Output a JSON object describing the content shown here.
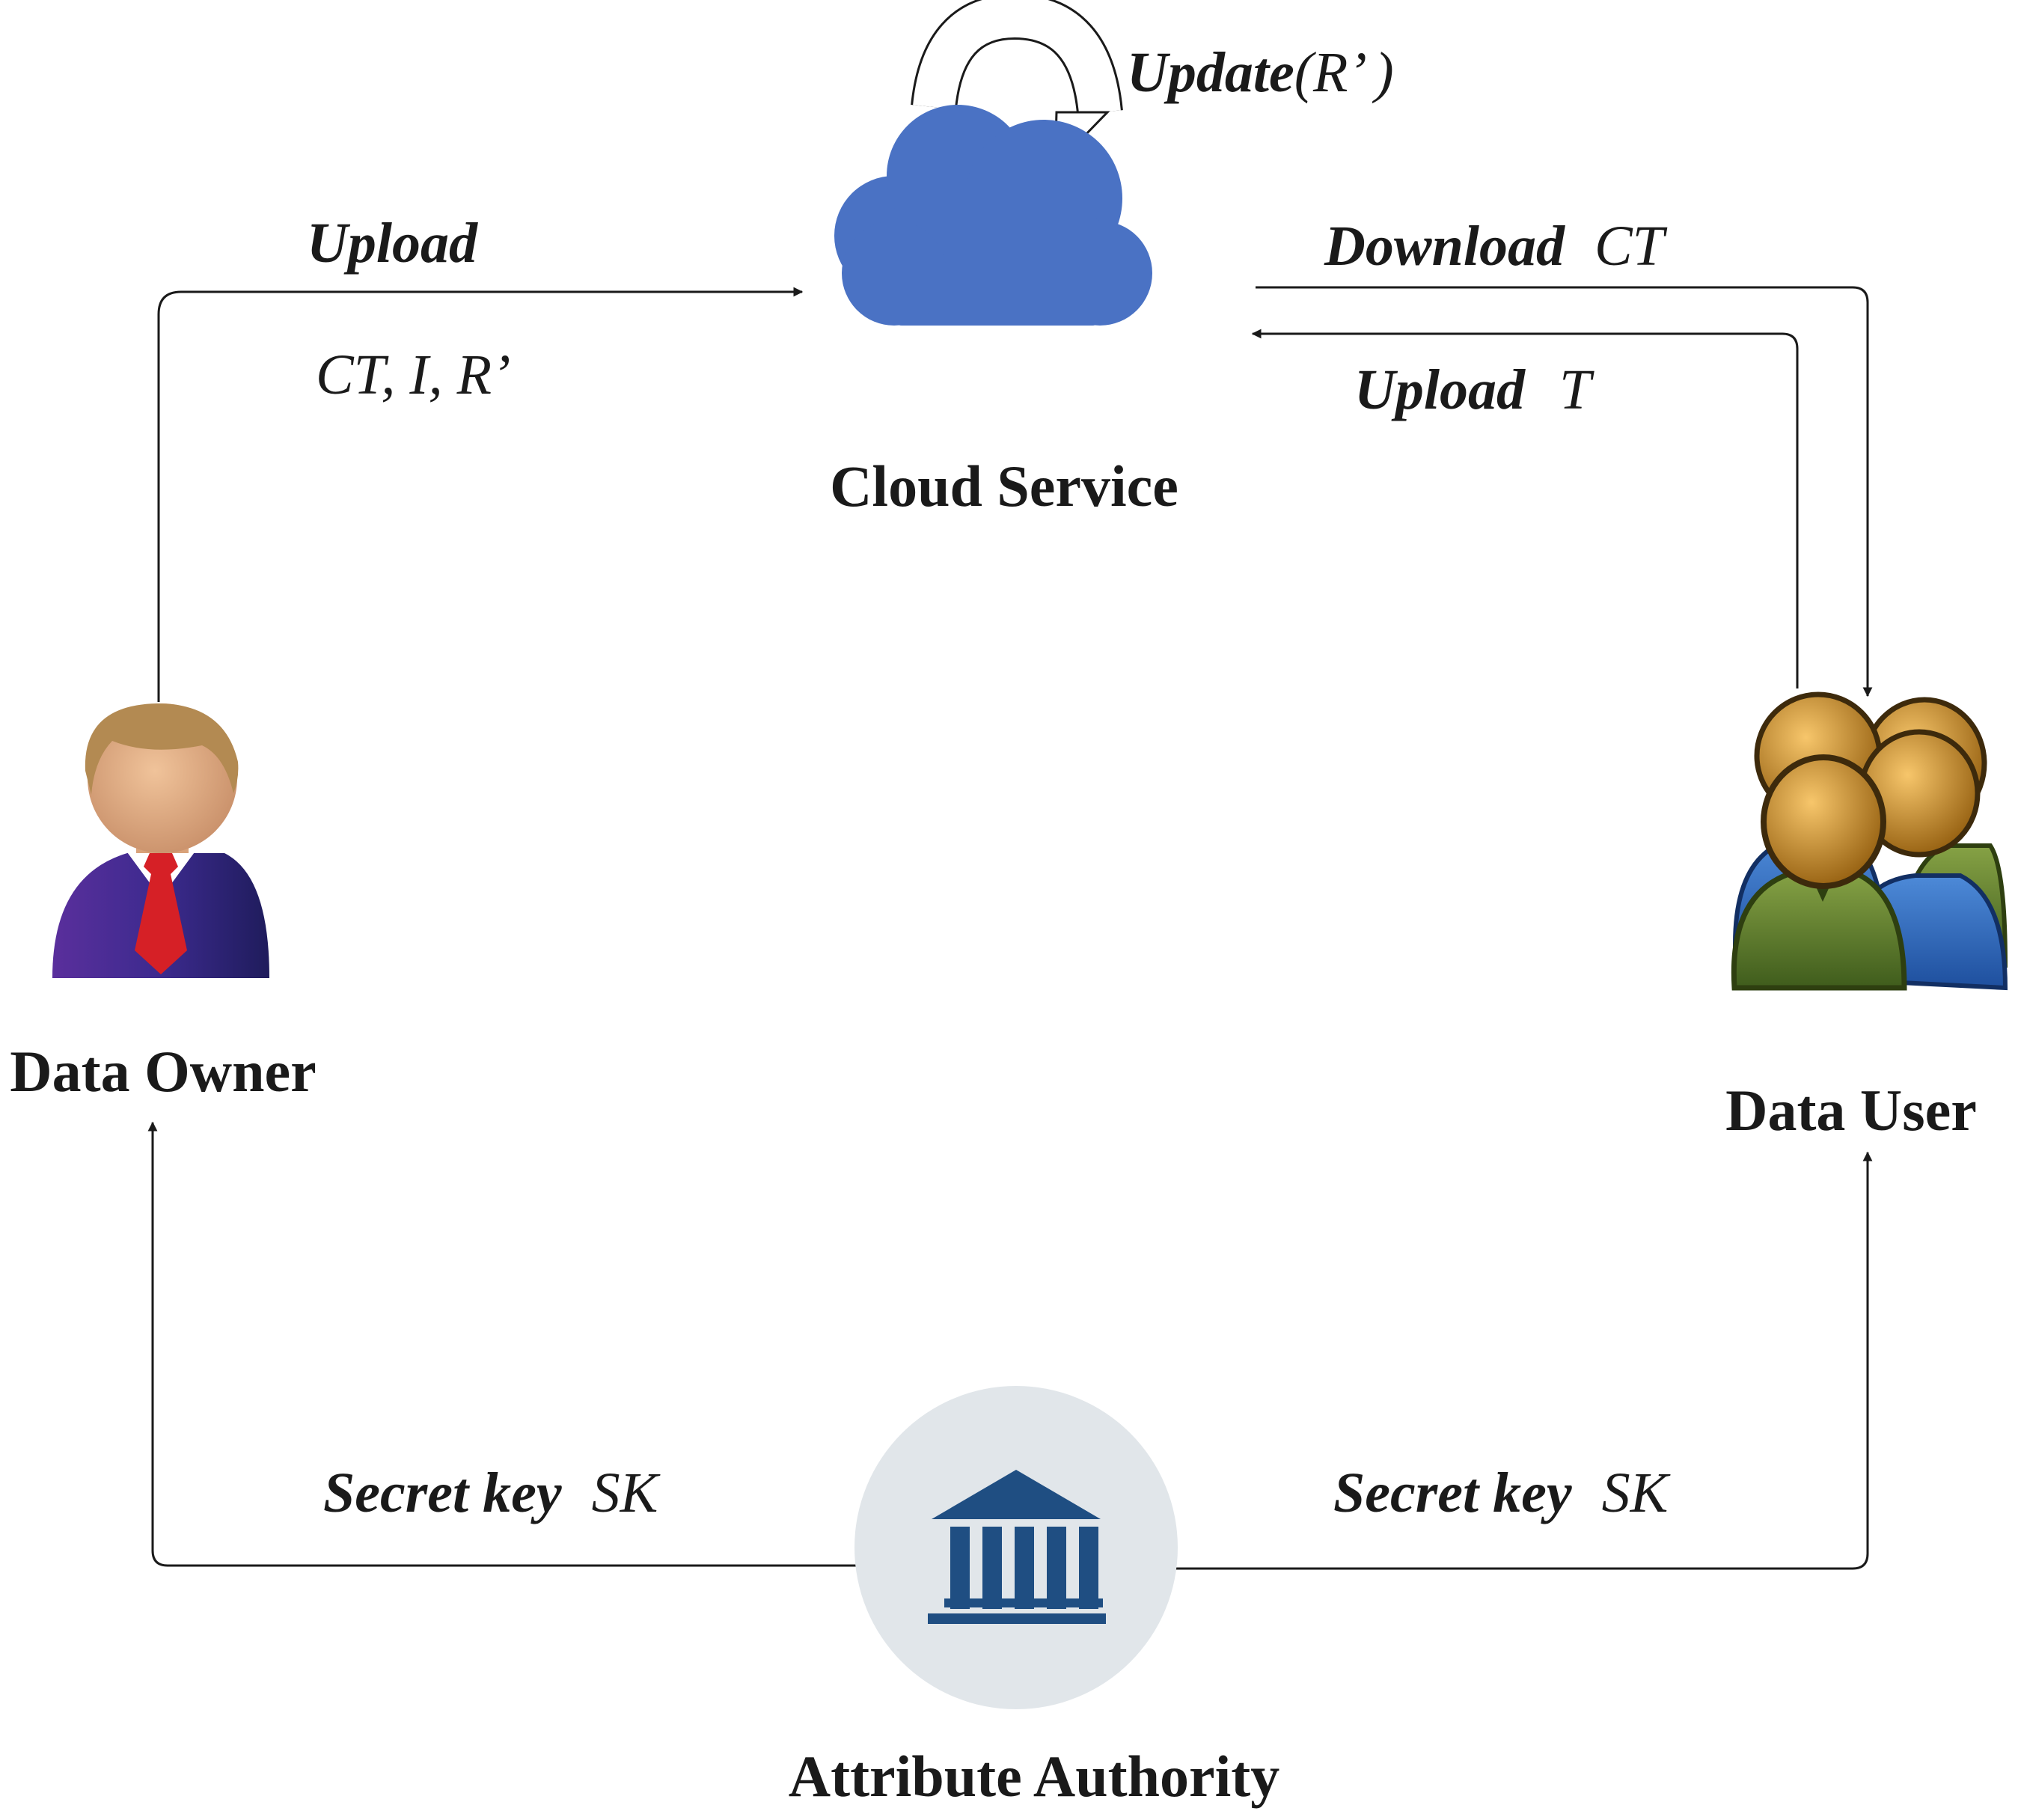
{
  "nodes": {
    "cloud": {
      "label": "Cloud Service",
      "icon": "cloud-icon",
      "color": "#4a72c4"
    },
    "owner": {
      "label": "Data Owner",
      "icon": "businessman-icon"
    },
    "user": {
      "label": "Data User",
      "icon": "user-group-icon"
    },
    "authority": {
      "label": "Attribute Authority",
      "icon": "institution-icon",
      "color": "#1f4e82",
      "backdrop": "#e1e6ea"
    }
  },
  "edges": {
    "self_update": {
      "verb": "Update",
      "var": "(R’ )"
    },
    "owner_to_cloud": {
      "verb": "Upload",
      "var": "CT, I, R’"
    },
    "cloud_to_user": {
      "verb": "Download",
      "var": "CT"
    },
    "user_to_cloud": {
      "verb": "Upload",
      "var": "T"
    },
    "authority_to_owner": {
      "verb": "Secret key",
      "var": "SK"
    },
    "authority_to_user": {
      "verb": "Secret key",
      "var": "SK"
    }
  }
}
